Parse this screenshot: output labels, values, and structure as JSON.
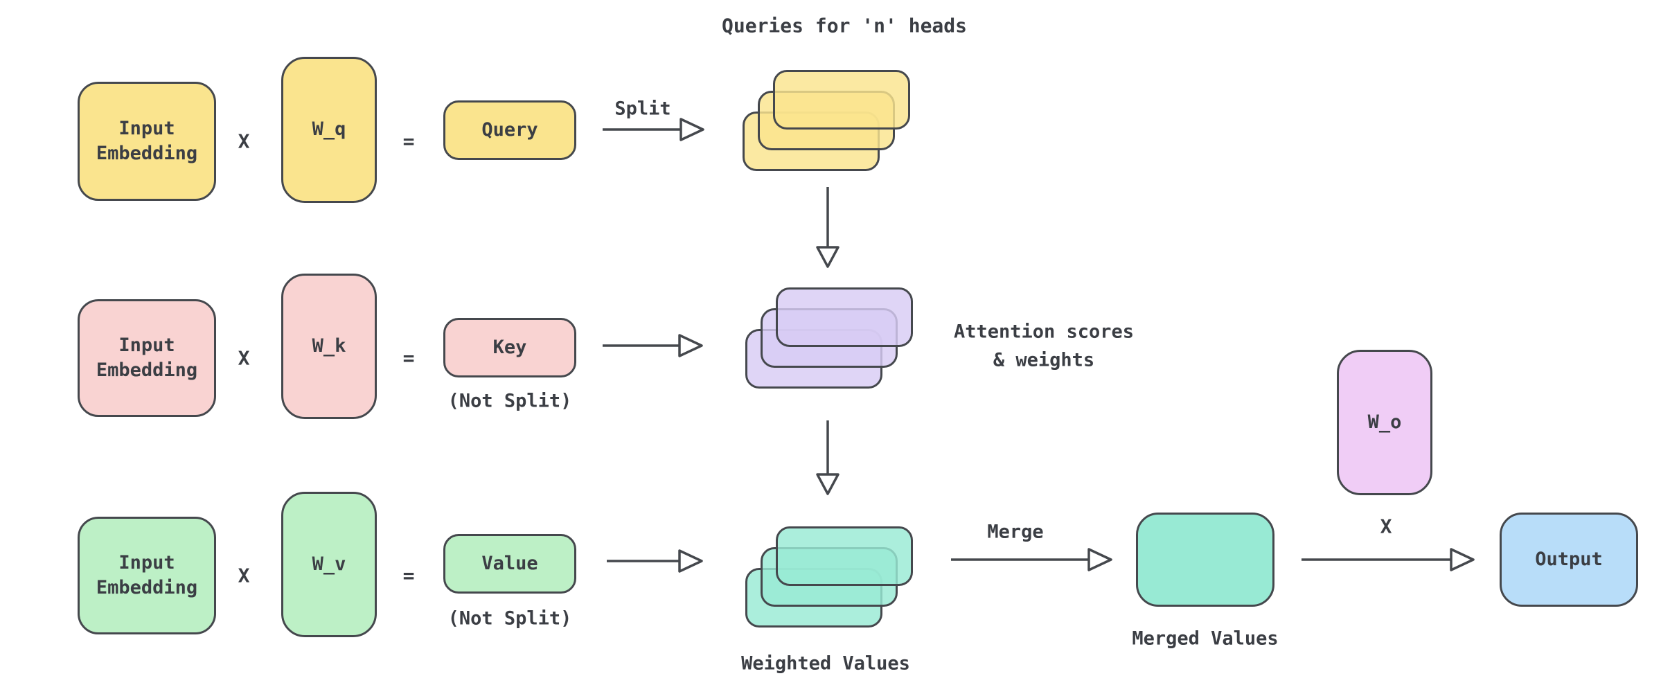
{
  "title": "Queries for 'n' heads",
  "colors": {
    "yellow": "#FAE48E",
    "pink": "#F9D3D2",
    "green": "#BDF0C6",
    "purple": "#D8CCF4",
    "teal": "#98EAD4",
    "lilac": "#F0CDF6",
    "blue": "#B8DDF9",
    "stroke": "#45484d",
    "text": "#3b3e44"
  },
  "operators": {
    "multiply": "X",
    "equals": "="
  },
  "row_query": {
    "input_label": "Input Embedding",
    "weight_label": "W_q",
    "result_label": "Query",
    "split_label": "Split"
  },
  "row_key": {
    "input_label": "Input Embedding",
    "weight_label": "W_k",
    "result_label": "Key",
    "not_split_label": "(Not Split)",
    "caption_line1": "Attention scores",
    "caption_line2": "& weights"
  },
  "row_value": {
    "input_label": "Input Embedding",
    "weight_label": "W_v",
    "result_label": "Value",
    "not_split_label": "(Not Split)",
    "stack_caption": "Weighted Values"
  },
  "output_stage": {
    "merge_label": "Merge",
    "merged_values_label": "Merged Values",
    "weight_label": "W_o",
    "multiply_label": "X",
    "output_label": "Output"
  }
}
